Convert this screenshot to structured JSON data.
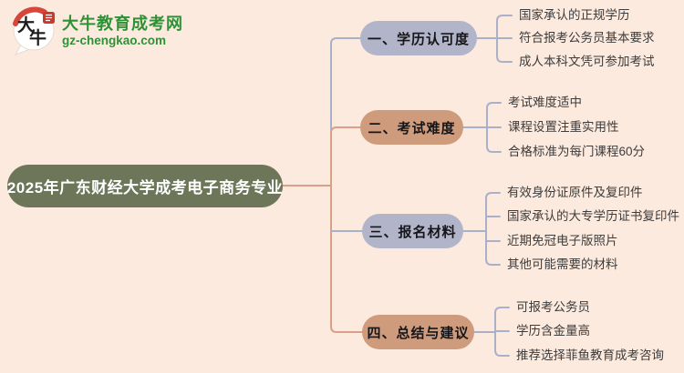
{
  "logo": {
    "bubble_text": "大牛",
    "title": "大牛教育成考网",
    "url": "gz-chengkao.com"
  },
  "root": {
    "title": "2025年广东财经大学成考电子商务专业"
  },
  "branches": [
    {
      "label": "一、学历认可度",
      "items": [
        "国家承认的正规学历",
        "符合报考公务员基本要求",
        "成人本科文凭可参加考试"
      ]
    },
    {
      "label": "二、考试难度",
      "items": [
        "考试难度适中",
        "课程设置注重实用性",
        "合格标准为每门课程60分"
      ]
    },
    {
      "label": "三、报名材料",
      "items": [
        "有效身份证原件及复印件",
        "国家承认的大专学历证书复印件",
        "近期免冠电子版照片",
        "其他可能需要的材料"
      ]
    },
    {
      "label": "四、总结与建议",
      "items": [
        "可报考公务员",
        "学历含金量高",
        "推荐选择菲鱼教育成考咨询"
      ]
    }
  ],
  "colors": {
    "background": "#fdeade",
    "root_fill": "#6d7659",
    "root_text": "#ffffff",
    "branch_fill_lavender": "#b2b5c9",
    "branch_fill_salmon": "#cf9b7d",
    "line_lavender": "#a9b1c9",
    "line_salmon": "#d9a086",
    "leaf_text": "#3c3c3c",
    "logo_green": "#2f9136",
    "logo_red": "#c9392c"
  }
}
